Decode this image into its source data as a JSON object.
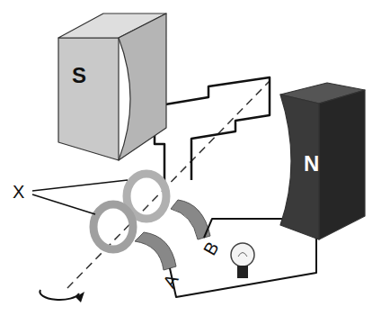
{
  "diagram": {
    "nodes": [
      {
        "text": [
          "S"
        ]
      },
      {
        "text": [
          "N"
        ]
      }
    ],
    "labels": [
      "X",
      "A",
      "B"
    ]
  }
}
